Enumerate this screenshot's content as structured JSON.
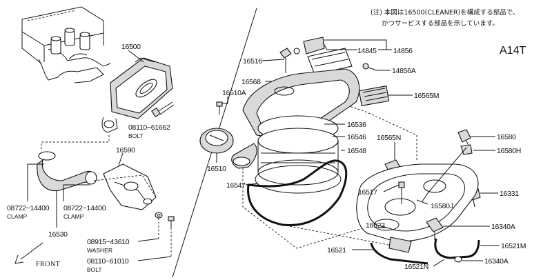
{
  "note": {
    "line1": "(注) 本図は16500(CLEANER)を構成する部品で、",
    "line2": "かつサービスする部品を示しています。"
  },
  "model_code": "A14T",
  "front_label": "FRONT",
  "parts": {
    "p16500": "16500",
    "p08110_61662": "08110−61662",
    "bolt_1": "BOLT",
    "p16590": "16590",
    "p08722_14400_a": "08722−14400",
    "clamp_a": "CLAMP",
    "p08722_14400_b": "08722−14400",
    "clamp_b": "CLAMP",
    "p16530": "16530",
    "p08915_43610": "08915−43610",
    "washer": "WASHER",
    "p08110_61010": "08110−61010",
    "bolt_2": "BOLT",
    "p16516": "16516",
    "p14845": "14845",
    "p14856": "14856",
    "p14856A": "14856A",
    "p16568": "16568",
    "p16565M": "16565M",
    "p16510A": "16510A",
    "p16536": "16536",
    "p16546": "16546",
    "p16548": "16548",
    "p16510": "16510",
    "p16547": "16547",
    "p16565N": "16565N",
    "p16580": "16580",
    "p16580H": "16580H",
    "p16517": "16517",
    "p16331": "16331",
    "p16580J": "16580J",
    "p16523": "16523",
    "p16340A_a": "16340A",
    "p16521": "16521",
    "p16521M": "16521M",
    "p16521N": "16521N",
    "p16340A_b": "16340A"
  }
}
